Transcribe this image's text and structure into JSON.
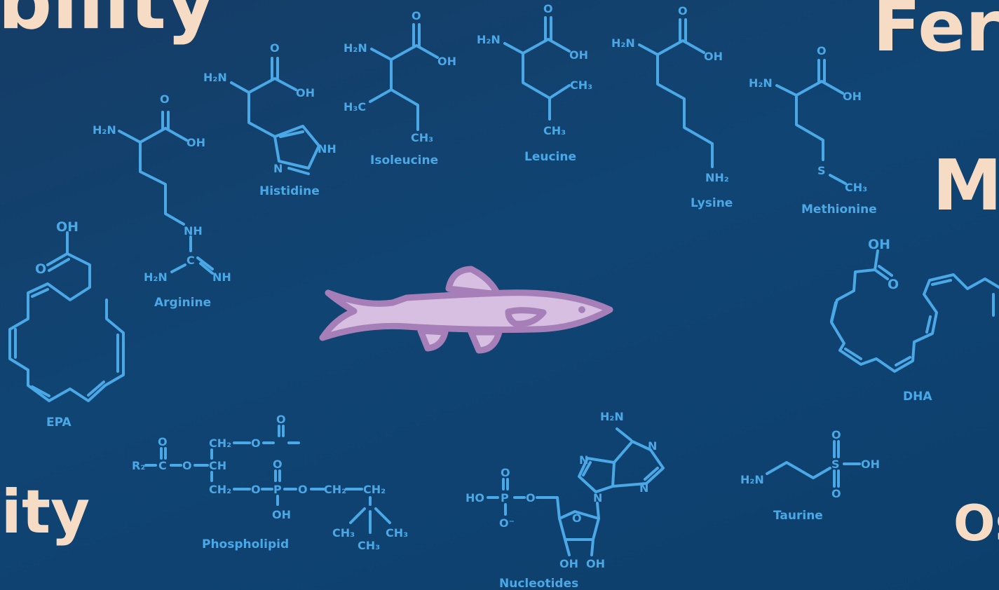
{
  "background_words": {
    "top_left": "ibility",
    "top_right": "Fer",
    "mid_right": "M",
    "bottom_left": "lity",
    "bottom_right": "Os"
  },
  "molecules": {
    "histidine": "Histidine",
    "isoleucine": "Isoleucine",
    "leucine": "Leucine",
    "lysine": "Lysine",
    "methionine": "Methionine",
    "arginine": "Arginine",
    "epa": "EPA",
    "dha": "DHA",
    "phospholipid": "Phospholipid",
    "nucleotides": "Nucleotides",
    "taurine": "Taurine"
  },
  "atoms": {
    "h2n": "H₂N",
    "o": "O",
    "oh": "OH",
    "nh": "NH",
    "n": "N",
    "ch3": "CH₃",
    "h3c": "H₃C",
    "nh2": "NH₂",
    "s": "S",
    "c": "C",
    "h2n_short": "H₂N",
    "r2": "R₂",
    "ch": "CH",
    "ch2": "CH₂",
    "p": "P",
    "ho": "HO",
    "o_minus": "O⁻"
  },
  "colors": {
    "background": "#0f4270",
    "structure": "#4aa8e6",
    "big_text": "#f6dcc4",
    "fish_fill": "#d6bfe0",
    "fish_stroke": "#a77fb8"
  },
  "icons": [
    "fish-icon"
  ]
}
